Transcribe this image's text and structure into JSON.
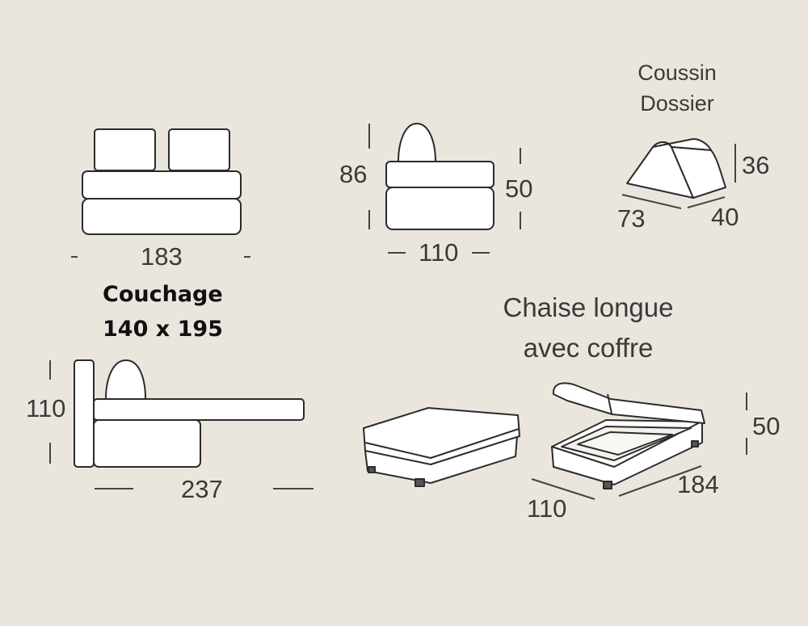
{
  "front_view": {
    "width_label": "183"
  },
  "side_view": {
    "height_label": "86",
    "seat_height_label": "50",
    "depth_label": "110"
  },
  "cushion": {
    "title_line1": "Coussin",
    "title_line2": "Dossier",
    "length_label": "73",
    "depth_label": "40",
    "height_label": "36"
  },
  "sleeping": {
    "title": "Couchage",
    "size": "140 x 195"
  },
  "bed_side_view": {
    "height_label": "110",
    "length_label": "237"
  },
  "chaise": {
    "title_line1": "Chaise longue",
    "title_line2": "avec coffre",
    "width_label": "110",
    "length_label": "184",
    "height_label": "50"
  },
  "colors": {
    "background": "#ebe6dd",
    "outline": "#2b2b2b",
    "dimension_line": "#444444",
    "fill": "#ffffff"
  }
}
